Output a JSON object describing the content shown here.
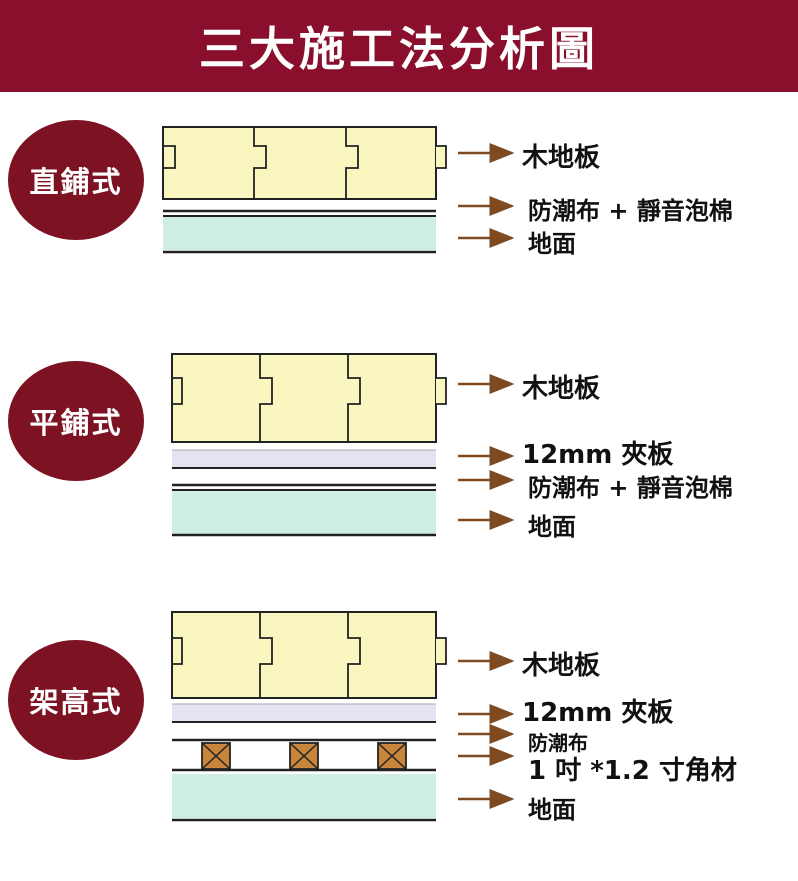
{
  "header": {
    "title": "三大施工法分析圖"
  },
  "colors": {
    "brand": "#8a0f2c",
    "badge": "#7d1222",
    "wood": "#faf6bf",
    "ply": "#e4e3f2",
    "floor": "#cdeee0",
    "beam": "#c9863b",
    "arrow": "#7d4a22"
  },
  "methods": [
    {
      "name": "直鋪式",
      "labels": [
        "木地板",
        "防潮布 + 靜音泡棉",
        "地面"
      ]
    },
    {
      "name": "平鋪式",
      "labels": [
        "木地板",
        "12mm 夾板",
        "防潮布 + 靜音泡棉",
        "地面"
      ]
    },
    {
      "name": "架高式",
      "labels": [
        "木地板",
        "12mm 夾板",
        "防潮布",
        "1 吋 *1.2 寸角材",
        "地面"
      ]
    }
  ]
}
